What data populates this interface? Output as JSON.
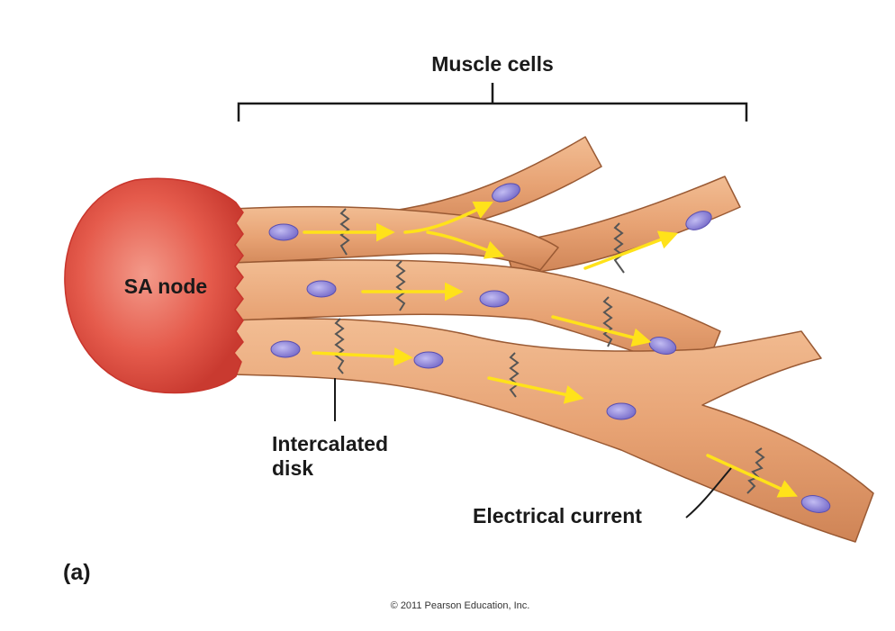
{
  "labels": {
    "muscle_cells": "Muscle cells",
    "sa_node": "SA node",
    "intercalated_disk_line1": "Intercalated",
    "intercalated_disk_line2": "disk",
    "electrical_current": "Electrical current",
    "panel": "(a)",
    "copyright": "© 2011 Pearson Education, Inc."
  },
  "colors": {
    "sa_node_fill": "#e2574b",
    "sa_node_edge": "#c8352c",
    "fiber_fill": "#e7a273",
    "fiber_edge": "#9a5a34",
    "fiber_highlight": "#f5c9a4",
    "nucleus_fill": "#8f86d8",
    "nucleus_edge": "#5a4fb0",
    "arrow": "#ffe21a",
    "disk_line": "#555555",
    "leader_line": "#1a1a1a"
  }
}
